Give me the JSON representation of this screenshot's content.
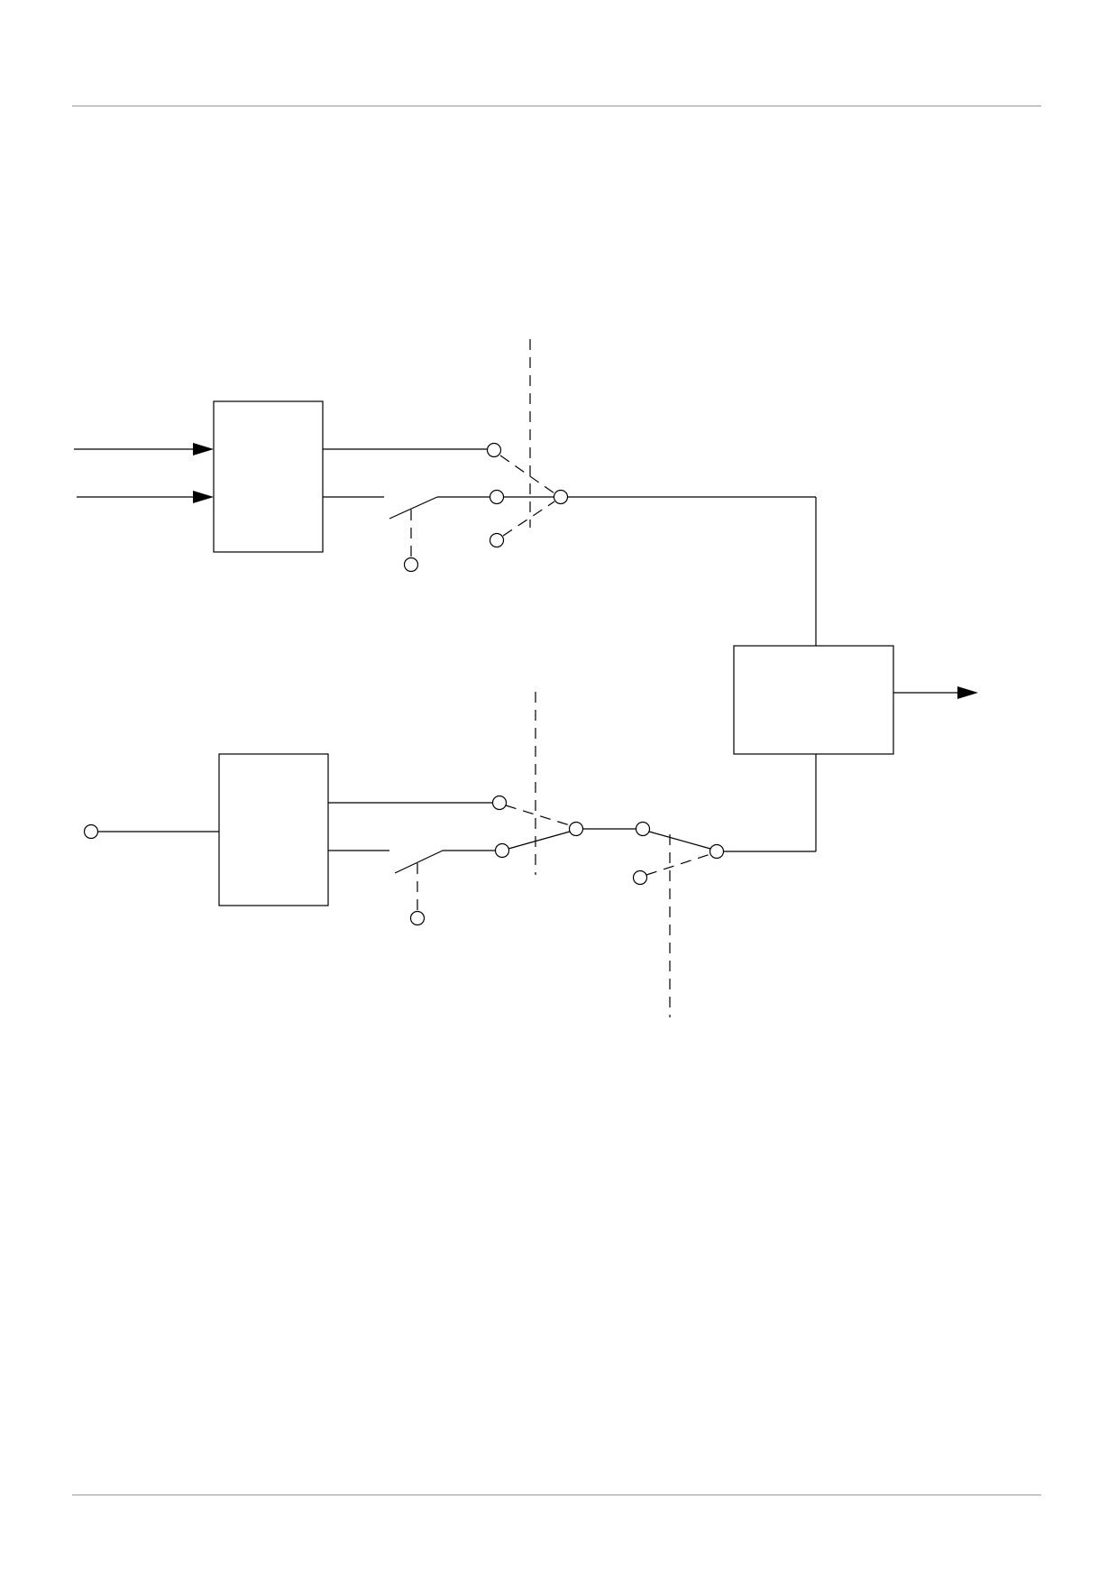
{
  "page": {
    "header_rule": true,
    "footer_rule": true
  },
  "diagram": {
    "blocks": [
      "upper-block",
      "lower-block",
      "output-block"
    ],
    "switches": [
      "upper-selector-switch",
      "lower-selector-switch",
      "second-stage-selector-switch"
    ],
    "text_labels": []
  }
}
